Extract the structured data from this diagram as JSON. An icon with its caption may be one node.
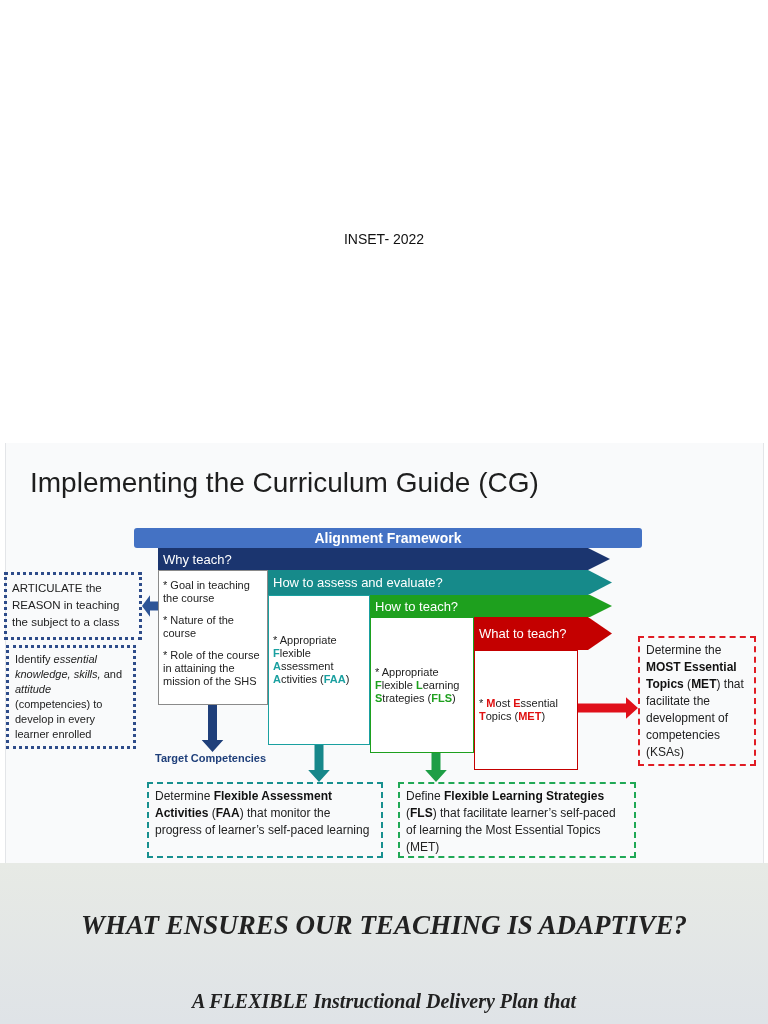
{
  "diagram": {
    "title": "Implementing the Curriculum Guide (CG)",
    "nodes": [
      {
        "text": [
          "Alignment Framework"
        ]
      },
      {
        "text": [
          "Why teach?"
        ]
      },
      {
        "text": [
          "* Goal in teaching the course",
          "* Nature of the course",
          "* Role of the course in attaining the mission of the SHS"
        ]
      },
      {
        "text": [
          "How to assess and evaluate?"
        ]
      },
      {
        "text": [
          "* Appropriate **F**lexible **A**ssessment **A**ctivities (**FAA**)"
        ]
      },
      {
        "text": [
          "How to teach?"
        ]
      },
      {
        "text": [
          "* Appropriate **F**lexible **L**earning **S**trategies (**FLS**)"
        ]
      },
      {
        "text": [
          "What to teach?"
        ]
      },
      {
        "text": [
          "* **M**ost **E**ssential **T**opics (**MET**)"
        ]
      },
      {
        "text": [
          "ARTICULATE the REASON in teaching the subject to a class"
        ]
      },
      {
        "text": [
          "Identify *essential knowledge, skills,* and *attitude* (competencies) to develop in every learner enrolled"
        ]
      },
      {
        "text": [
          "Target Competencies"
        ]
      },
      {
        "text": [
          "Determine the **MOST Essential Topics** (**MET**) that facilitate the development of competencies (KSAs)"
        ]
      },
      {
        "text": [
          "Determine **Flexible Assessment Activities** (**FAA**) that monitor the progress of learner’s self-paced learning"
        ]
      },
      {
        "text": [
          "Define **Flexible Learning Strategies** (**FLS**) that facilitate learner’s self-paced of learning the Most Essential Topics (MET)"
        ]
      }
    ],
    "edges": [
      {
        "from": 2,
        "to": 9,
        "arrow": "to",
        "style": "thick",
        "color": "#2e5597"
      },
      {
        "from": 2,
        "to": 11,
        "arrow": "to",
        "style": "thick",
        "color": "#1f3f7a"
      },
      {
        "from": 4,
        "to": 13,
        "arrow": "to",
        "style": "thick",
        "color": "#17878a"
      },
      {
        "from": 6,
        "to": 14,
        "arrow": "to",
        "style": "thick",
        "color": "#1e9e46"
      },
      {
        "from": 8,
        "to": 12,
        "arrow": "to",
        "style": "thick",
        "color": "#e0101a"
      }
    ],
    "labels": [
      "INSET- 2022",
      "WHAT ENSURES OUR TEACHING IS ADAPTIVE?",
      "A FLEXIBLE Instructional Delivery Plan that"
    ]
  }
}
